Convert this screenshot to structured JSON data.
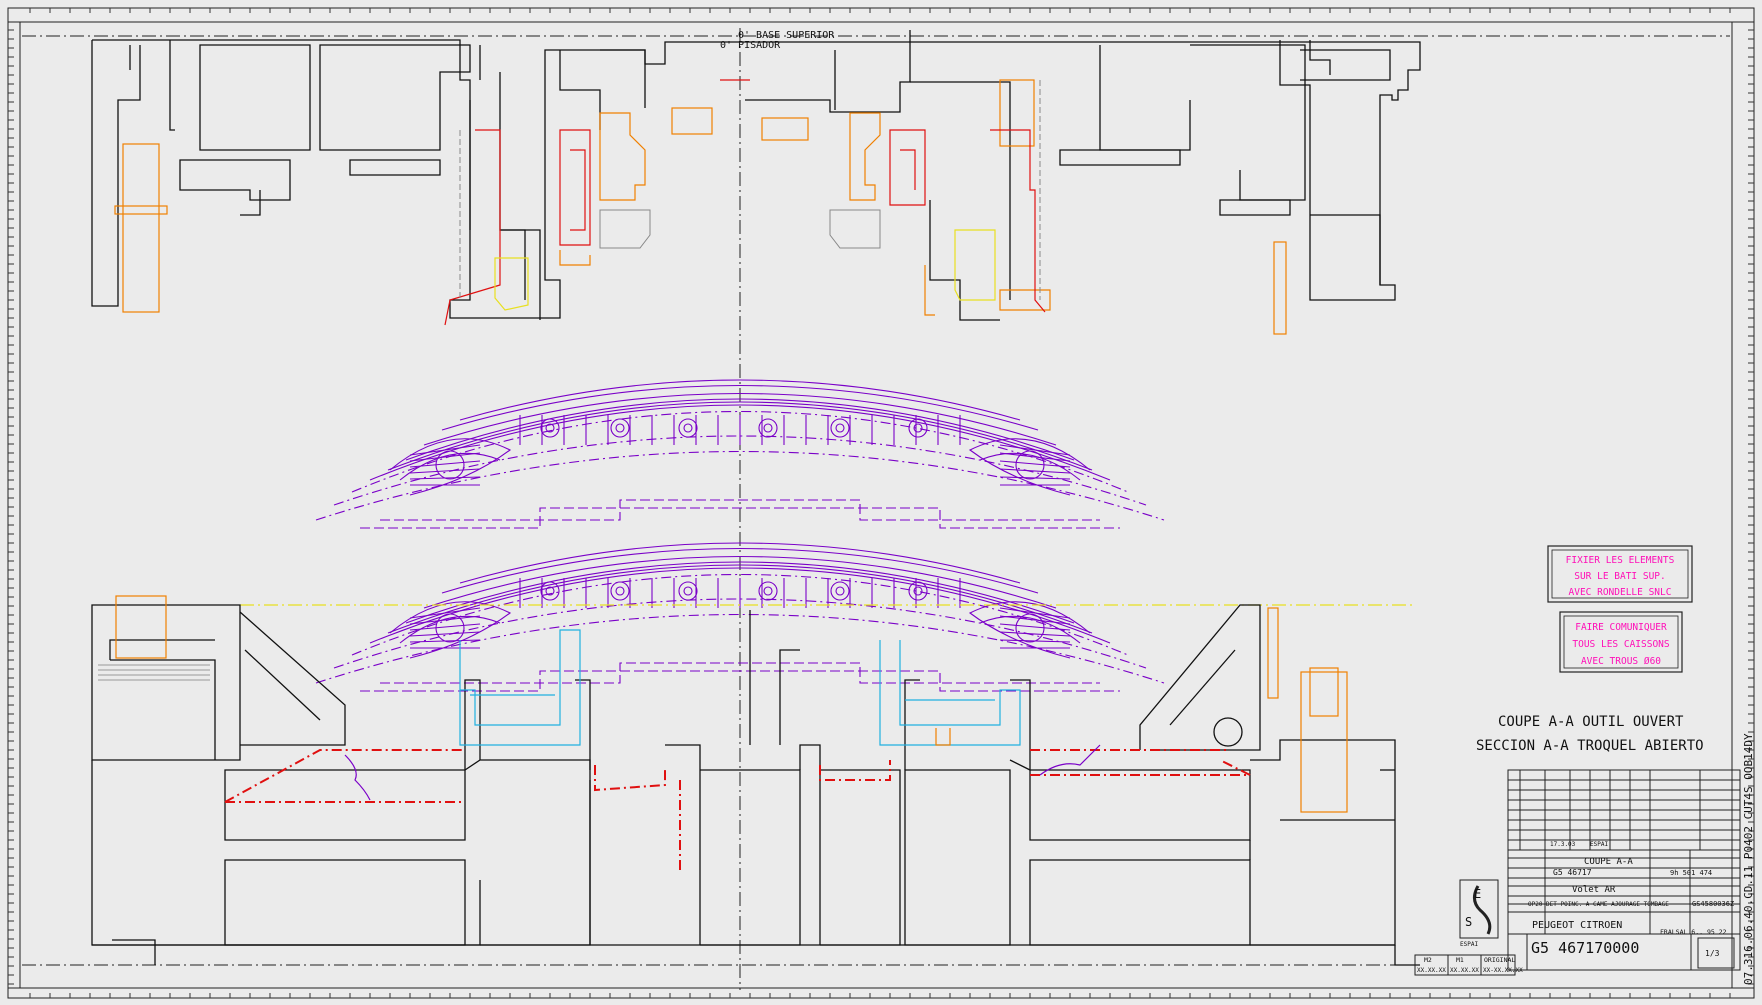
{
  "header": {
    "label_1": "0' BASE SUPERIOR",
    "label_2": "0' PISADOR"
  },
  "notes": {
    "note_1": [
      "FIXIER LES ELEMENTS",
      "SUR LE BATI SUP.",
      "AVEC RONDELLE SNLC"
    ],
    "note_2": [
      "FAIRE COMUNIQUER",
      "TOUS LES CAISSONS",
      "AVEC TROUS Ø60"
    ]
  },
  "section": {
    "title_fr": "COUPE A-A   OUTIL OUVERT",
    "title_es": "SECCION A-A   TROQUEL ABIERTO"
  },
  "side_label": "07.316.06.40.CD.11  P0402  CUT4S  OOB14DY",
  "title_block": {
    "designation": "COUPE A-A",
    "part_no": "G5 46717",
    "ref_no": "9h 501 474",
    "part_name": "Volet AR",
    "project": "GS4580036Z",
    "operation": "OP20-DET-POINC. A CAME-AJOURAGE-TOMBAGE",
    "client": "PEUGEOT  CITROEN",
    "signature": "FRALSAL 6.. 95 22",
    "drawing_no": "G5 467170000",
    "sheet": "1/3",
    "logo_letters": [
      "E",
      "S"
    ],
    "company": "ESPAI",
    "scale_labels": [
      "M2",
      "M1",
      "ORIGINAL"
    ],
    "scale_values": [
      "XX.XX.XX",
      "XX.XX.XX",
      "XX-XX.XX.XX"
    ],
    "date": "17.3.03",
    "author": "ESPAI"
  },
  "colors": {
    "background": "#ebebeb",
    "outline": "#111111",
    "purple": "#7a00c8",
    "orange": "#f08000",
    "red": "#e01010",
    "cyan": "#20b0e0",
    "yellow": "#e8e020",
    "magenta_text": "#ff10b8"
  }
}
